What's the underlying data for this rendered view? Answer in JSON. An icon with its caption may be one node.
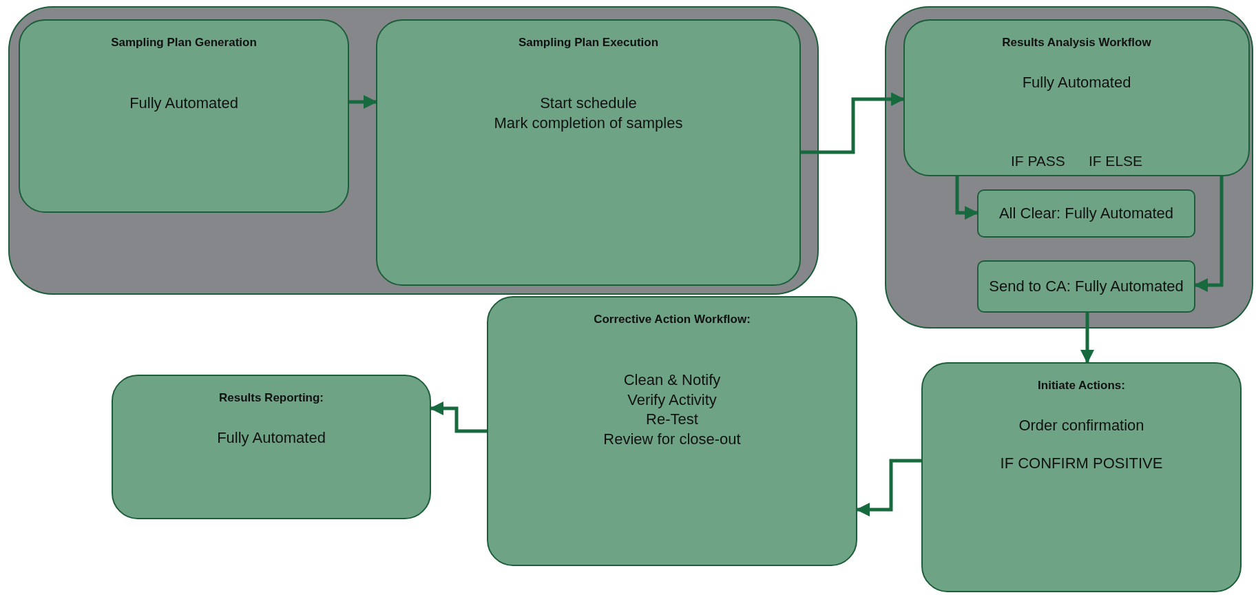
{
  "diagram": {
    "nodes": [
      {
        "text": [],
        "shape": "box"
      },
      {
        "text": [
          "Sampling Plan Generation",
          "Fully Automated"
        ],
        "in": 0
      },
      {
        "text": [
          "Sampling Plan Execution",
          "Start schedule",
          "Mark completion of samples"
        ],
        "in": 0
      },
      {
        "text": [],
        "shape": "box"
      },
      {
        "text": [
          "Results Analysis Workflow",
          "Fully Automated",
          "IF PASS",
          "IF ELSE"
        ],
        "in": 3
      },
      {
        "text": [
          "All Clear: Fully Automated"
        ],
        "in": 3
      },
      {
        "text": [
          "Send to CA: Fully Automated"
        ],
        "in": 3
      },
      {
        "text": [
          "Corrective Action Workflow:",
          "Clean & Notify",
          "Verify Activity",
          "Re-Test",
          "Review for close-out"
        ]
      },
      {
        "text": [
          "Results Reporting:",
          "Fully Automated"
        ]
      },
      {
        "text": [
          "Initiate Actions:",
          "Order confirmation",
          "IF CONFIRM POSITIVE"
        ]
      }
    ],
    "edges": [
      {
        "from": 1,
        "to": 2,
        "arrow": "to"
      },
      {
        "from": 2,
        "to": 4,
        "arrow": "to"
      },
      {
        "from": 4,
        "to": 5,
        "arrow": "to"
      },
      {
        "from": 4,
        "to": 6,
        "arrow": "to"
      },
      {
        "from": 6,
        "to": 9,
        "arrow": "to"
      },
      {
        "from": 9,
        "to": 7,
        "arrow": "to"
      },
      {
        "from": 7,
        "to": 8,
        "arrow": "to"
      }
    ]
  }
}
